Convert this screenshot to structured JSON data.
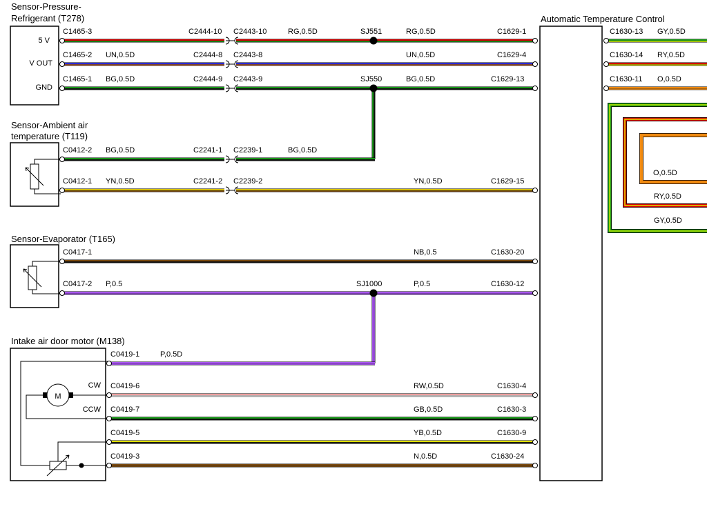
{
  "components": {
    "t278": {
      "title_line1": "Sensor-Pressure-",
      "title_line2": "Refrigerant (T278)",
      "pins": [
        "5 V",
        "V OUT",
        "GND"
      ]
    },
    "t119": {
      "title_line1": "Sensor-Ambient air",
      "title_line2": "temperature (T119)"
    },
    "t165": {
      "title": "Sensor-Evaporator (T165)"
    },
    "m138": {
      "title": "Intake air door motor (M138)",
      "pins": [
        "CW",
        "CCW"
      ],
      "motor_label": "M"
    },
    "atc": {
      "title": "Automatic Temperature Control"
    }
  },
  "wires": [
    {
      "id": "w1",
      "from": "C1465-3",
      "c1": "C2444-10",
      "c2": "C2443-10",
      "spec1": "RG,0.5D",
      "splice": "SJ551",
      "spec2": "RG,0.5D",
      "to": "C1629-1",
      "colors": [
        "#d40000",
        "#1a9a1a"
      ]
    },
    {
      "id": "w2",
      "from": "C1465-2",
      "c1": "C2444-8",
      "c2": "C2443-8",
      "spec1": "UN,0.5D",
      "spec2": "UN,0.5D",
      "to": "C1629-4",
      "colors": [
        "#2b2bd6",
        "#c0602a"
      ]
    },
    {
      "id": "w3",
      "from": "C1465-1",
      "c1": "C2444-9",
      "c2": "C2443-9",
      "spec1": "BG,0.5D",
      "splice": "SJ550",
      "spec2": "BG,0.5D",
      "to": "C1629-13",
      "colors": [
        "#1a9a1a",
        "#111111"
      ]
    },
    {
      "id": "w4",
      "from": "C0412-2",
      "c1": "C2241-1",
      "c2": "C2239-1",
      "spec1": "BG,0.5D",
      "spec2": "BG,0.5D",
      "colors": [
        "#1a9a1a",
        "#111111"
      ]
    },
    {
      "id": "w5",
      "from": "C0412-1",
      "c1": "C2241-2",
      "c2": "C2239-2",
      "spec1": "YN,0.5D",
      "spec2": "YN,0.5D",
      "to": "C1629-15",
      "colors": [
        "#d8c000",
        "#7a4a10"
      ]
    },
    {
      "id": "w6",
      "from": "C0417-1",
      "spec2": "NB,0.5",
      "to": "C1630-20",
      "colors": [
        "#7a4a10",
        "#111111"
      ]
    },
    {
      "id": "w7",
      "from": "C0417-2",
      "spec1": "P,0.5",
      "splice": "SJ1000",
      "spec2": "P,0.5",
      "to": "C1630-12",
      "colors": [
        "#a855f0",
        "#a855f0"
      ]
    },
    {
      "id": "w8",
      "from": "C0419-1",
      "spec1": "P,0.5D",
      "colors": [
        "#a855f0",
        "#a855f0"
      ]
    },
    {
      "id": "w9",
      "from": "C0419-6",
      "spec2": "RW,0.5D",
      "to": "C1630-4",
      "colors": [
        "#f0a0a0",
        "#ffffff"
      ]
    },
    {
      "id": "w10",
      "from": "C0419-7",
      "spec2": "GB,0.5D",
      "to": "C1630-3",
      "colors": [
        "#1a9a1a",
        "#111111"
      ]
    },
    {
      "id": "w11",
      "from": "C0419-5",
      "spec2": "YB,0.5D",
      "to": "C1630-9",
      "colors": [
        "#e0e000",
        "#111111"
      ]
    },
    {
      "id": "w12",
      "from": "C0419-3",
      "spec2": "N,0.5D",
      "to": "C1630-24",
      "colors": [
        "#7a4a10",
        "#7a4a10"
      ]
    }
  ],
  "right_wires": [
    {
      "id": "r1",
      "pin": "C1630-13",
      "spec": "GY,0.5D",
      "loop_label": "GY,0.5D",
      "colors": [
        "#1a9a1a",
        "#c8e800"
      ]
    },
    {
      "id": "r2",
      "pin": "C1630-14",
      "spec": "RY,0.5D",
      "loop_label": "RY,0.5D",
      "colors": [
        "#d40000",
        "#e0e000"
      ]
    },
    {
      "id": "r3",
      "pin": "C1630-11",
      "spec": "O,0.5D",
      "loop_label": "O,0.5D",
      "colors": [
        "#f08a10",
        "#f08a10"
      ]
    }
  ]
}
